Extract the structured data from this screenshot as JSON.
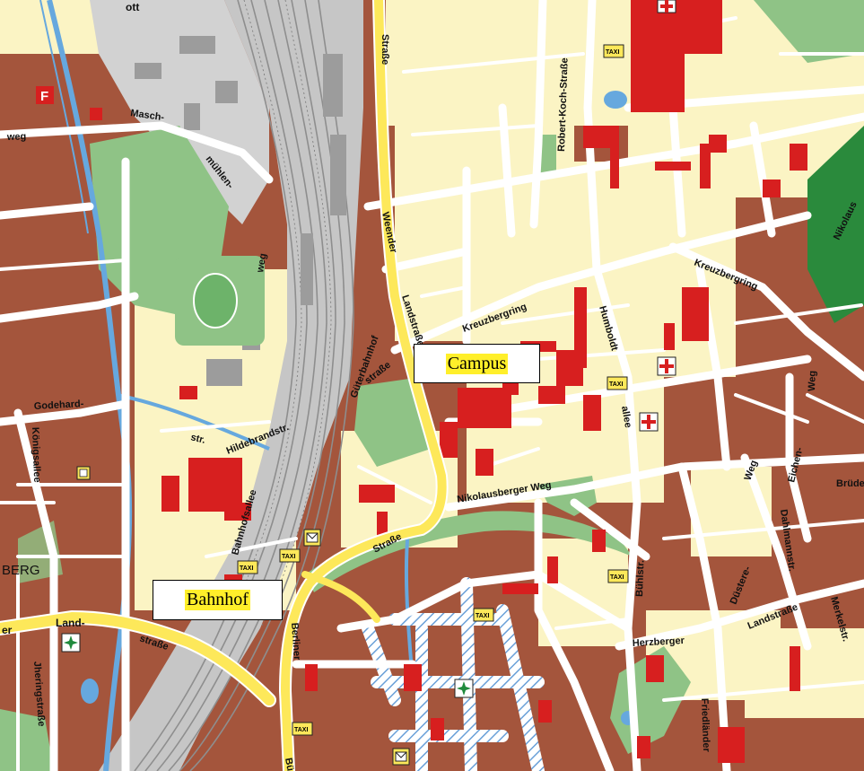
{
  "map": {
    "colors": {
      "block": "#a4553c",
      "fill": "#fbf4c4",
      "road": "#ffffff",
      "main_road": "#fde85a",
      "landmark": "#d71f1f",
      "park": "#8fc386",
      "water": "#66a8de",
      "rail": "#a3a3a3",
      "pedestrian_zone": "#bcd4ea"
    },
    "callouts": [
      {
        "id": "campus",
        "label": "Campus"
      },
      {
        "id": "bahnhof",
        "label": "Bahnhof"
      }
    ],
    "streets": [
      {
        "text": "Straße"
      },
      {
        "text": "Weender"
      },
      {
        "text": "Landstraße"
      },
      {
        "text": "Robert-Koch-Straße"
      },
      {
        "text": "Masch-"
      },
      {
        "text": "mühlen-"
      },
      {
        "text": "weg"
      },
      {
        "text": "weg"
      },
      {
        "text": "Kreuzbergring"
      },
      {
        "text": "Kreuzbergring"
      },
      {
        "text": "Humboldt"
      },
      {
        "text": "allee"
      },
      {
        "text": "Güterbahnhof"
      },
      {
        "text": "straße"
      },
      {
        "text": "Godehard-"
      },
      {
        "text": "str."
      },
      {
        "text": "Hildebrandstr."
      },
      {
        "text": "Königsallee"
      },
      {
        "text": "Nikolausberger Weg"
      },
      {
        "text": "Straße"
      },
      {
        "text": "Berliner"
      },
      {
        "text": "Bahnhofsallee"
      },
      {
        "text": "Land-"
      },
      {
        "text": "straße"
      },
      {
        "text": "Jheringstraße"
      },
      {
        "text": "Bühlstr."
      },
      {
        "text": "Herzberger"
      },
      {
        "text": "Landstraße"
      },
      {
        "text": "Düstere-"
      },
      {
        "text": "Eichen-"
      },
      {
        "text": "Weg"
      },
      {
        "text": "Merkelstr."
      },
      {
        "text": "Friedländer"
      },
      {
        "text": "Nikolaus"
      },
      {
        "text": "Brüder"
      },
      {
        "text": "Dahlmannstr."
      },
      {
        "text": "Weg"
      },
      {
        "text": "Bü"
      },
      {
        "text": "ott"
      },
      {
        "text": "BERG"
      },
      {
        "text": "er"
      }
    ],
    "poi": [
      {
        "type": "taxi",
        "label": "TAXI"
      },
      {
        "type": "taxi",
        "label": "TAXI"
      },
      {
        "type": "taxi",
        "label": "TAXI"
      },
      {
        "type": "taxi",
        "label": "TAXI"
      },
      {
        "type": "taxi",
        "label": "TAXI"
      },
      {
        "type": "taxi",
        "label": "TAXI"
      },
      {
        "type": "taxi",
        "label": "TAXI"
      },
      {
        "type": "hospital"
      },
      {
        "type": "hospital"
      },
      {
        "type": "hospital"
      },
      {
        "type": "post-office"
      },
      {
        "type": "post-office"
      },
      {
        "type": "sight"
      },
      {
        "type": "sight"
      },
      {
        "type": "fuel",
        "label": "F"
      },
      {
        "type": "hotel"
      }
    ]
  }
}
